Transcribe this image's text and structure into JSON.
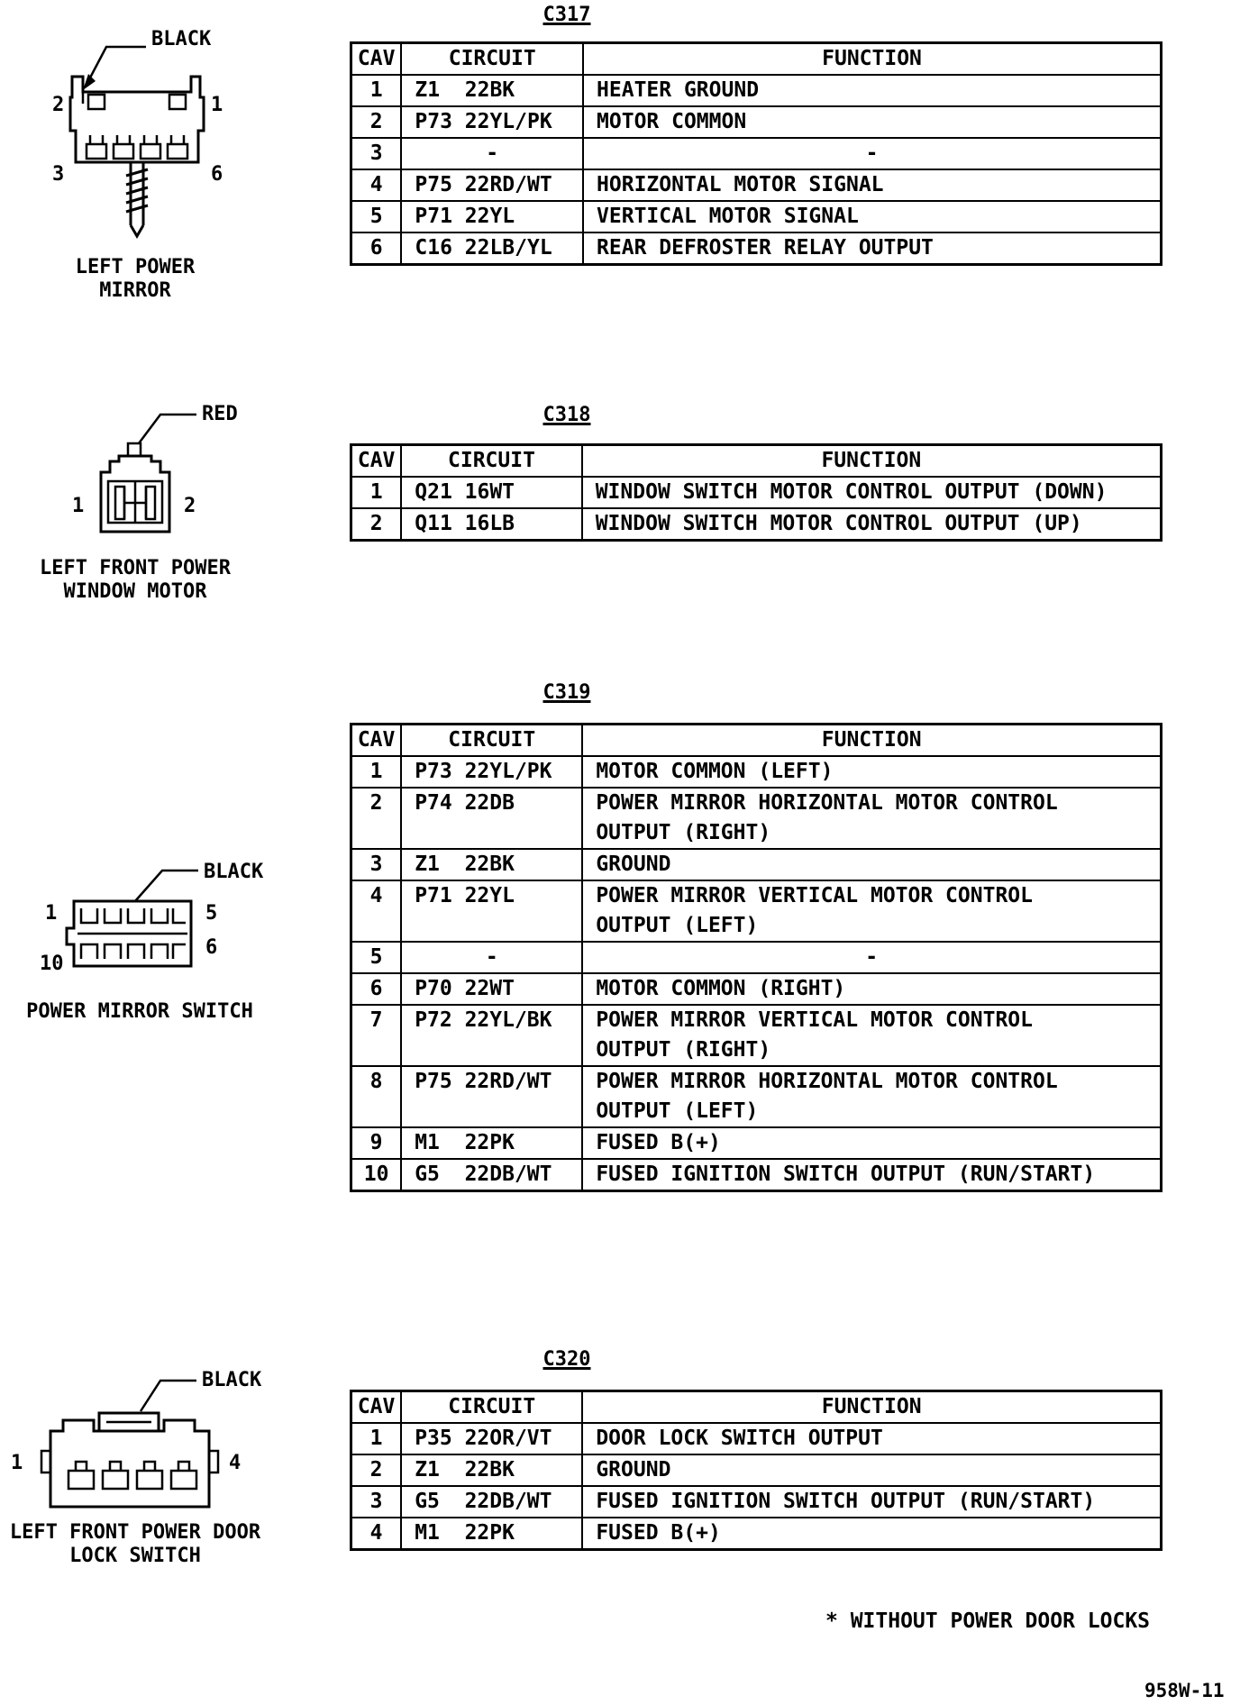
{
  "headers": {
    "cav": "CAV",
    "circuit": "CIRCUIT",
    "function": "FUNCTION"
  },
  "connectors": [
    {
      "id": "C317",
      "caption": "LEFT POWER\nMIRROR",
      "color": "BLACK",
      "pin_labels": [
        "2",
        "1",
        "3",
        "6"
      ],
      "rows": [
        {
          "cav": "1",
          "circuit": "Z1  22BK",
          "function": "HEATER GROUND"
        },
        {
          "cav": "2",
          "circuit": "P73 22YL/PK",
          "function": "MOTOR COMMON"
        },
        {
          "cav": "3",
          "circuit": "-",
          "function": "-"
        },
        {
          "cav": "4",
          "circuit": "P75 22RD/WT",
          "function": "HORIZONTAL MOTOR SIGNAL"
        },
        {
          "cav": "5",
          "circuit": "P71 22YL",
          "function": "VERTICAL MOTOR SIGNAL"
        },
        {
          "cav": "6",
          "circuit": "C16 22LB/YL",
          "function": "REAR DEFROSTER RELAY OUTPUT"
        }
      ]
    },
    {
      "id": "C318",
      "caption": "LEFT FRONT POWER\nWINDOW MOTOR",
      "color": "RED",
      "pin_labels": [
        "1",
        "2"
      ],
      "rows": [
        {
          "cav": "1",
          "circuit": "Q21 16WT",
          "function": "WINDOW SWITCH MOTOR CONTROL OUTPUT (DOWN)"
        },
        {
          "cav": "2",
          "circuit": "Q11 16LB",
          "function": "WINDOW SWITCH MOTOR CONTROL OUTPUT (UP)"
        }
      ]
    },
    {
      "id": "C319",
      "caption": "POWER MIRROR SWITCH",
      "color": "BLACK",
      "pin_labels": [
        "1",
        "5",
        "10",
        "6"
      ],
      "rows": [
        {
          "cav": "1",
          "circuit": "P73 22YL/PK",
          "function": "MOTOR COMMON (LEFT)"
        },
        {
          "cav": "2",
          "circuit": "P74 22DB",
          "function": "POWER MIRROR HORIZONTAL MOTOR CONTROL\nOUTPUT (RIGHT)"
        },
        {
          "cav": "3",
          "circuit": "Z1  22BK",
          "function": "GROUND"
        },
        {
          "cav": "4",
          "circuit": "P71 22YL",
          "function": "POWER MIRROR VERTICAL MOTOR CONTROL\nOUTPUT (LEFT)"
        },
        {
          "cav": "5",
          "circuit": "-",
          "function": "-"
        },
        {
          "cav": "6",
          "circuit": "P70 22WT",
          "function": "MOTOR COMMON (RIGHT)"
        },
        {
          "cav": "7",
          "circuit": "P72 22YL/BK",
          "function": "POWER MIRROR VERTICAL MOTOR CONTROL\nOUTPUT (RIGHT)"
        },
        {
          "cav": "8",
          "circuit": "P75 22RD/WT",
          "function": "POWER MIRROR HORIZONTAL MOTOR CONTROL\nOUTPUT (LEFT)"
        },
        {
          "cav": "9",
          "circuit": "M1  22PK",
          "function": "FUSED B(+)"
        },
        {
          "cav": "10",
          "circuit": "G5  22DB/WT",
          "function": "FUSED IGNITION SWITCH OUTPUT (RUN/START)"
        }
      ]
    },
    {
      "id": "C320",
      "caption": "LEFT FRONT POWER DOOR\nLOCK SWITCH",
      "color": "BLACK",
      "pin_labels": [
        "1",
        "4"
      ],
      "rows": [
        {
          "cav": "1",
          "circuit": "P35 22OR/VT",
          "function": "DOOR LOCK SWITCH OUTPUT"
        },
        {
          "cav": "2",
          "circuit": "Z1  22BK",
          "function": "GROUND"
        },
        {
          "cav": "3",
          "circuit": "G5  22DB/WT",
          "function": "FUSED IGNITION SWITCH OUTPUT (RUN/START)"
        },
        {
          "cav": "4",
          "circuit": "M1  22PK",
          "function": "FUSED B(+)"
        }
      ]
    }
  ],
  "footnote": "* WITHOUT POWER DOOR LOCKS",
  "figure_id": "958W-11"
}
